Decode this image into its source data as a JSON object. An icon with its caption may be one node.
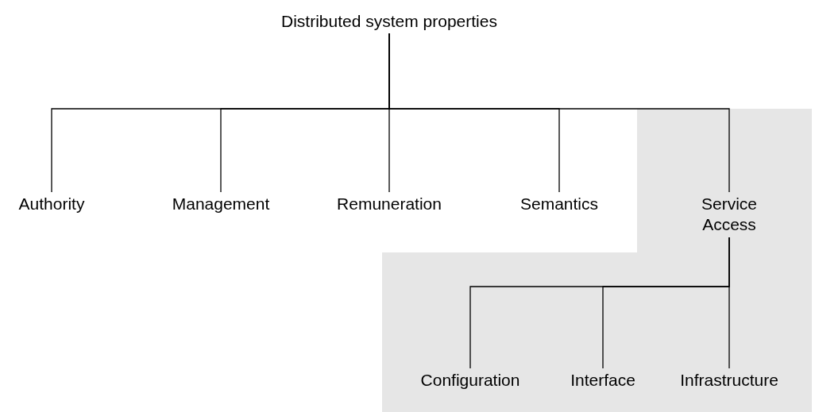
{
  "diagram": {
    "nodes": [
      {
        "text": [
          "Distributed system properties"
        ]
      },
      {
        "text": [
          "Authority"
        ]
      },
      {
        "text": [
          "Management"
        ]
      },
      {
        "text": [
          "Remuneration"
        ]
      },
      {
        "text": [
          "Semantics"
        ]
      },
      {
        "text": [
          "Service Access"
        ]
      },
      {
        "text": [
          "Configuration"
        ]
      },
      {
        "text": [
          "Interface"
        ]
      },
      {
        "text": [
          "Infrastructure"
        ]
      }
    ],
    "edges": [
      {
        "from": 0,
        "to": 1,
        "arrow": "none"
      },
      {
        "from": 0,
        "to": 2,
        "arrow": "none"
      },
      {
        "from": 0,
        "to": 3,
        "arrow": "none"
      },
      {
        "from": 0,
        "to": 4,
        "arrow": "none"
      },
      {
        "from": 0,
        "to": 5,
        "arrow": "none"
      },
      {
        "from": 5,
        "to": 6,
        "arrow": "none"
      },
      {
        "from": 5,
        "to": 7,
        "arrow": "none"
      },
      {
        "from": 5,
        "to": 8,
        "arrow": "none"
      }
    ]
  }
}
